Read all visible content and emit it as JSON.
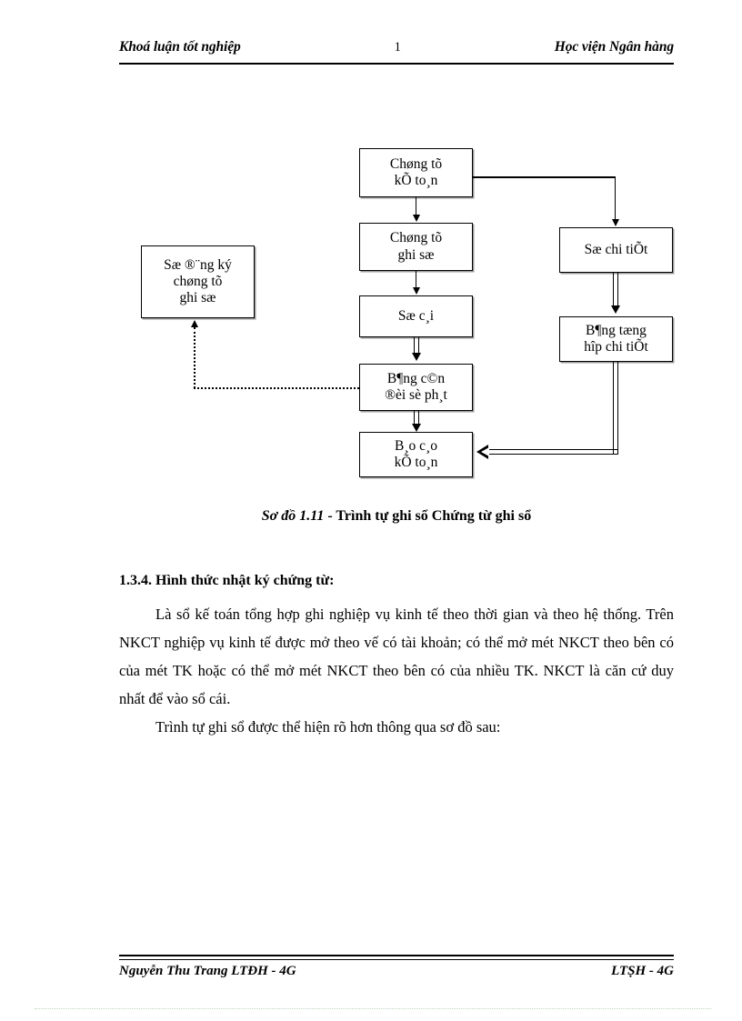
{
  "header": {
    "left": "Khoá luận tốt nghiệp",
    "page_number": "1",
    "right": "Học viện Ngân hàng"
  },
  "diagram": {
    "nodes": [
      {
        "id": "chung-tu-ke-toan",
        "line1": "Chøng tõ",
        "line2": "kÕ to¸n",
        "line3": ""
      },
      {
        "id": "chung-tu-ghi-so",
        "line1": "Chøng tõ",
        "line2": "ghi sæ",
        "line3": ""
      },
      {
        "id": "so-cai",
        "line1": "Sæ c¸i",
        "line2": "",
        "line3": ""
      },
      {
        "id": "bang-can-doi",
        "line1": "B¶ng c©n",
        "line2": "®èi sè ph¸t",
        "line3": ""
      },
      {
        "id": "bao-cao-ke-toan",
        "line1": "B¸o c¸o",
        "line2": "kÕ to¸n",
        "line3": ""
      },
      {
        "id": "so-dang-ky",
        "line1": "Sæ ®¨ng ký",
        "line2": "chøng tõ",
        "line3": "ghi sæ"
      },
      {
        "id": "so-chi-tiet",
        "line1": "Sæ chi tiÕt",
        "line2": "",
        "line3": ""
      },
      {
        "id": "bang-tong-hop",
        "line1": "B¶ng tæng",
        "line2": "hîp chi tiÕt",
        "line3": ""
      }
    ]
  },
  "caption": {
    "label": "Sơ đồ 1.11",
    "text": " - Trình tự ghi sổ Chứng từ ghi sổ"
  },
  "section": {
    "heading": "1.3.4. Hình thức nhật ký chứng từ:",
    "paragraph_1": "Là sổ kế toán tổng hợp ghi nghiệp vụ kinh tế theo thời gian và theo hệ thống. Trên NKCT nghiệp vụ kinh tế được mở theo vế có tài khoản; có thể mở mét NKCT theo bên có của mét TK hoặc có thể mở mét NKCT theo bên có của nhiều TK. NKCT là căn cứ duy nhất để vào sổ cái.",
    "paragraph_2": "Trình tự ghi sổ được thể hiện rõ hơn thông qua sơ đồ sau:"
  },
  "footer": {
    "left": "Nguyễn Thu Trang LTĐH - 4G",
    "right": "LTṢH - 4G"
  }
}
